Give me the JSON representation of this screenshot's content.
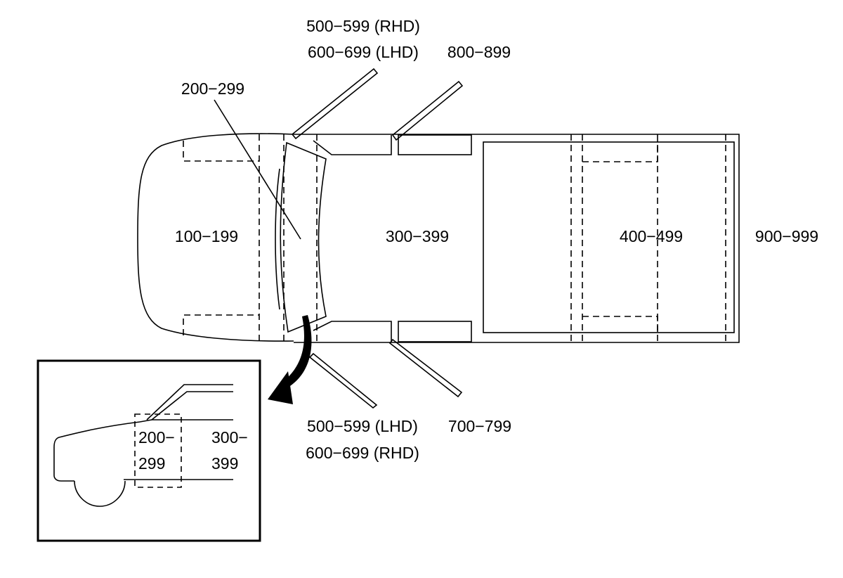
{
  "zones": {
    "z100": "100−199",
    "z200": "200−299",
    "z300": "300−399",
    "z400": "400−499",
    "z900": "900−999",
    "z500rhd": "500−599 (RHD)",
    "z600lhd": "600−699 (LHD)",
    "z800": "800−899",
    "z500lhd": "500−599 (LHD)",
    "z600rhd": "600−699 (RHD)",
    "z700": "700−799"
  },
  "inset": {
    "a1": "200−",
    "a2": "299",
    "b1": "300−",
    "b2": "399"
  },
  "colors": {
    "ink": "#000000",
    "paper": "#ffffff"
  }
}
